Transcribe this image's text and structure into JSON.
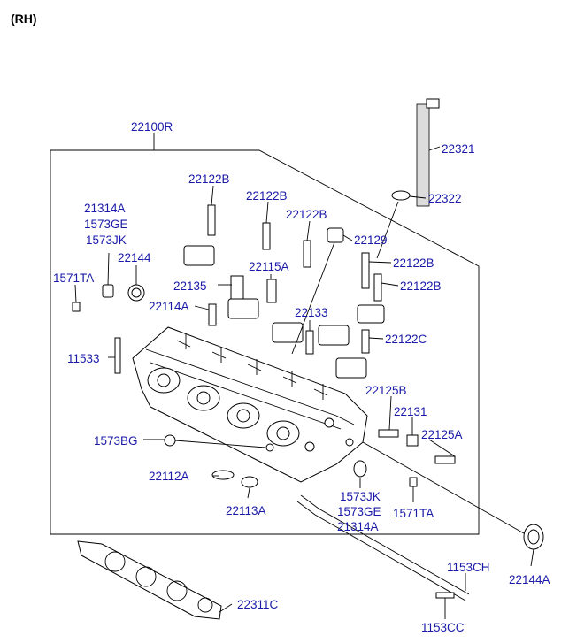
{
  "header": "(RH)",
  "labels": {
    "l22100R": "22100R",
    "l22321": "22321",
    "l22322": "22322",
    "l22122B_1": "22122B",
    "l22122B_2": "22122B",
    "l22122B_3": "22122B",
    "l22129": "22129",
    "l22122B_4": "22122B",
    "l22122B_5": "22122B",
    "l21314A_top": "21314A",
    "l1573GE_top": "1573GE",
    "l1573JK_top": "1573JK",
    "l22144": "22144",
    "l1571TA_left": "1571TA",
    "l22115A": "22115A",
    "l22135": "22135",
    "l22114A": "22114A",
    "l22133": "22133",
    "l22122C": "22122C",
    "l11533": "11533",
    "l22125B": "22125B",
    "l22131": "22131",
    "l22125A": "22125A",
    "l1573BG": "1573BG",
    "l22112A": "22112A",
    "l22113A": "22113A",
    "l1573JK_bot": "1573JK",
    "l1573GE_bot": "1573GE",
    "l21314A_bot": "21314A",
    "l1571TA_right": "1571TA",
    "l22144A": "22144A",
    "l1153CH": "1153CH",
    "l22311C": "22311C",
    "l1153CC": "1153CC"
  }
}
